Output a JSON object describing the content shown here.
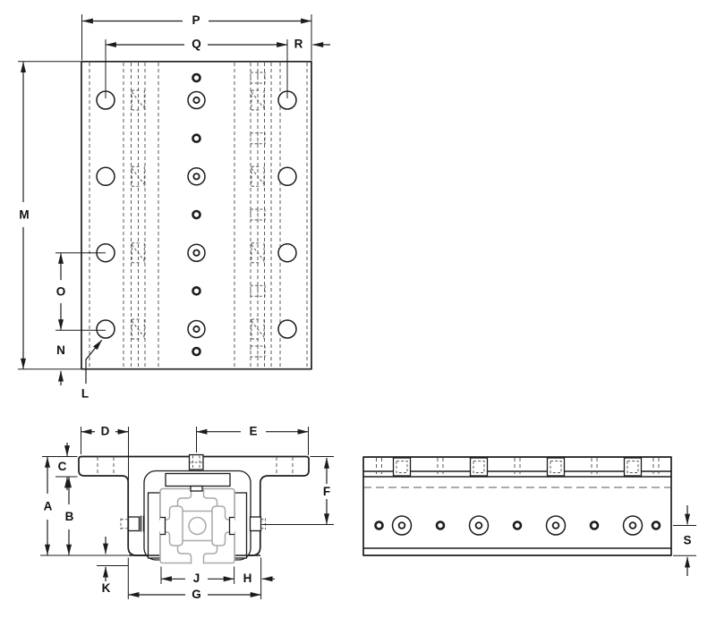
{
  "colors": {
    "line": "#1c1c1c",
    "hidden_line": "#5a5a5a",
    "extrusion_gray": "#a9a9a9",
    "background": "#ffffff"
  },
  "views": {
    "top": {
      "dims": {
        "p": "P",
        "q": "Q",
        "r": "R",
        "m": "M",
        "o": "O",
        "n": "N",
        "l": "L"
      }
    },
    "section": {
      "dims": {
        "a": "A",
        "b": "B",
        "c": "C",
        "d": "D",
        "e": "E",
        "f": "F",
        "g": "G",
        "h": "H",
        "j": "J",
        "k": "K"
      }
    },
    "side": {
      "dims": {
        "s": "S"
      }
    }
  }
}
